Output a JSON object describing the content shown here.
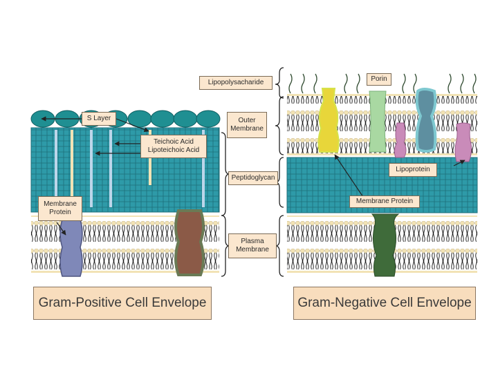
{
  "labels": {
    "s_layer": "S Layer",
    "teichoic": "Teichoic Acid\nLipoteichoic Acid",
    "membrane_protein_left": "Membrane\nProtein",
    "lipopolysaccharide": "Lipopolysacharide",
    "outer_membrane": "Outer\nMembrane",
    "peptidoglycan": "Peptidoglycan",
    "plasma_membrane": "Plasma\nMembrane",
    "porin": "Porin",
    "lipoprotein": "Lipoprotein",
    "membrane_protein_right": "Membrane Protein"
  },
  "titles": {
    "gram_positive": "Gram-Positive Cell Envelope",
    "gram_negative": "Gram-Negative Cell Envelope"
  },
  "colors": {
    "peptidoglycan": "#2e9aa8",
    "s_layer": "#1f8f92",
    "lipid_bead": "#f2e3b5",
    "porin_yellow": "#e8d63a",
    "porin_green": "#a9d8a2",
    "lipoprotein_pink": "#c98bb9",
    "outer_protein_blue": "#5e8fa0",
    "membrane_protein_green": "#3f6b3a",
    "membrane_protein_left": "#7f88b8",
    "membrane_protein_brown": "#8b5a47",
    "label_fill": "#fbe7cf"
  }
}
